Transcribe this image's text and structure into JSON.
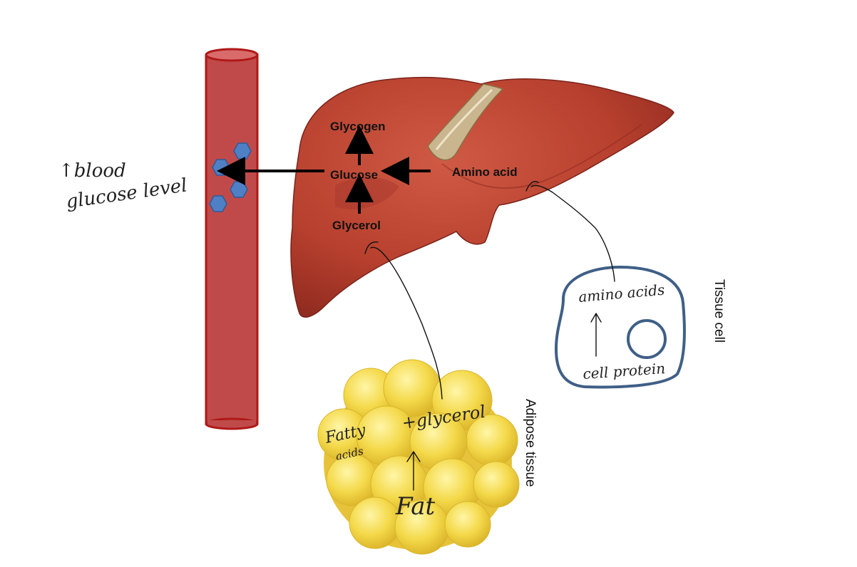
{
  "liver_labels": {
    "glycogen": "Glycogen",
    "glucose": "Glucose",
    "amino_acid": "Amino acid",
    "glycerol": "Glycerol"
  },
  "side_labels": {
    "adipose": "Adipose tissue",
    "tissue_cell": "Tissue cell"
  },
  "handwriting": {
    "blood_line1": "↑blood",
    "blood_line2": "glucose level",
    "amino_acids": "amino acids",
    "cell_protein": "cell protein",
    "fatty": "Fatty",
    "acids": "acids",
    "plus_glycerol": "+glycerol",
    "fat": "Fat"
  },
  "colors": {
    "vessel_fill": "#c04a4a",
    "vessel_stroke": "#b01818",
    "liver": "#b8402e",
    "fat_globule": "#f4d94a",
    "glucose_hexagon": "#4f7fc4",
    "cell_outline": "#3f5f86",
    "arrow": "#000000"
  },
  "icons": [
    "glucose-hexagon-icon",
    "arrow-icon"
  ]
}
